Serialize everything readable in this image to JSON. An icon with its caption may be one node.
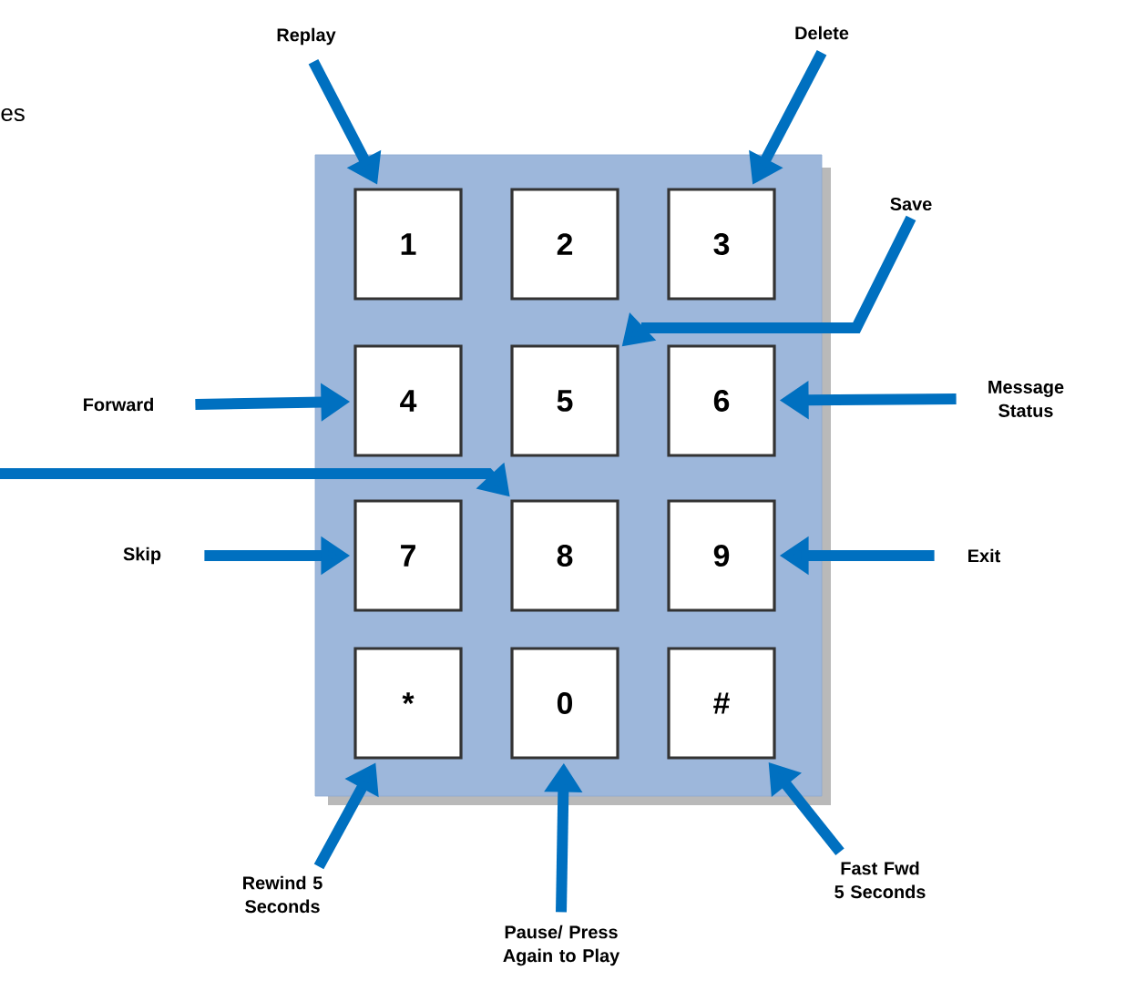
{
  "diagram": {
    "nodes": [
      {
        "text": [],
        "shape": "box"
      },
      {
        "text": [
          "1"
        ],
        "in": 0
      },
      {
        "text": [
          "2"
        ],
        "in": 0
      },
      {
        "text": [
          "3"
        ],
        "in": 0
      },
      {
        "text": [
          "4"
        ],
        "in": 0
      },
      {
        "text": [
          "5"
        ],
        "in": 0
      },
      {
        "text": [
          "6"
        ],
        "in": 0
      },
      {
        "text": [
          "7"
        ],
        "in": 0
      },
      {
        "text": [
          "8"
        ],
        "in": 0
      },
      {
        "text": [
          "9"
        ],
        "in": 0
      },
      {
        "text": [
          "*"
        ],
        "in": 0
      },
      {
        "text": [
          "0"
        ],
        "in": 0
      },
      {
        "text": [
          "#"
        ],
        "in": 0
      },
      {
        "text": [
          "Replay"
        ]
      },
      {
        "text": [
          "Delete"
        ]
      },
      {
        "text": [
          "Save"
        ]
      },
      {
        "text": [
          "Forward"
        ]
      },
      {
        "text": [
          "Message Status"
        ]
      },
      {
        "text": [
          "Skip"
        ]
      },
      {
        "text": [
          "Exit"
        ]
      },
      {
        "text": [
          "Rewind 5 Seconds"
        ]
      },
      {
        "text": [
          "Pause/ Press Again to Play"
        ]
      },
      {
        "text": [
          "Fast Fwd 5 Seconds"
        ]
      }
    ],
    "edges": [
      {
        "from": 13,
        "to": 1,
        "arrow": "to"
      },
      {
        "from": 14,
        "to": 3,
        "arrow": "to"
      },
      {
        "from": 15,
        "to": 5,
        "arrow": "to"
      },
      {
        "from": 16,
        "to": 4,
        "arrow": "to"
      },
      {
        "from": 17,
        "to": 6,
        "arrow": "to"
      },
      {
        "from": null,
        "to": 8,
        "arrow": "to"
      },
      {
        "from": 18,
        "to": 7,
        "arrow": "to"
      },
      {
        "from": 19,
        "to": 9,
        "arrow": "to"
      },
      {
        "from": 20,
        "to": 10,
        "arrow": "to"
      },
      {
        "from": 21,
        "to": 11,
        "arrow": "to"
      },
      {
        "from": 22,
        "to": 12,
        "arrow": "to"
      }
    ],
    "labels": [
      "es"
    ]
  }
}
